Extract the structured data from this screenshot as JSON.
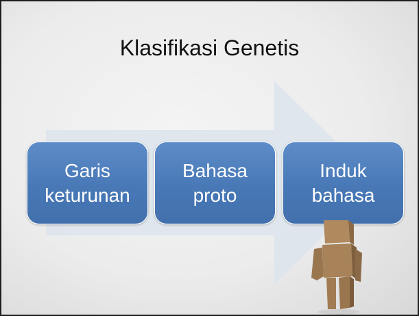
{
  "slide": {
    "title": "Klasifikasi Genetis",
    "steps": [
      {
        "line1": "Garis",
        "line2": "keturunan"
      },
      {
        "line1": "Bahasa",
        "line2": "proto"
      },
      {
        "line1": "Induk",
        "line2": "bahasa"
      }
    ]
  },
  "colors": {
    "box_fill": "#4a7ab8",
    "arrow_fill": "#dde4ec",
    "text_on_box": "#ffffff",
    "title_text": "#111111"
  },
  "icons": [
    "arrow-shape",
    "cardboard-robot-figure"
  ]
}
